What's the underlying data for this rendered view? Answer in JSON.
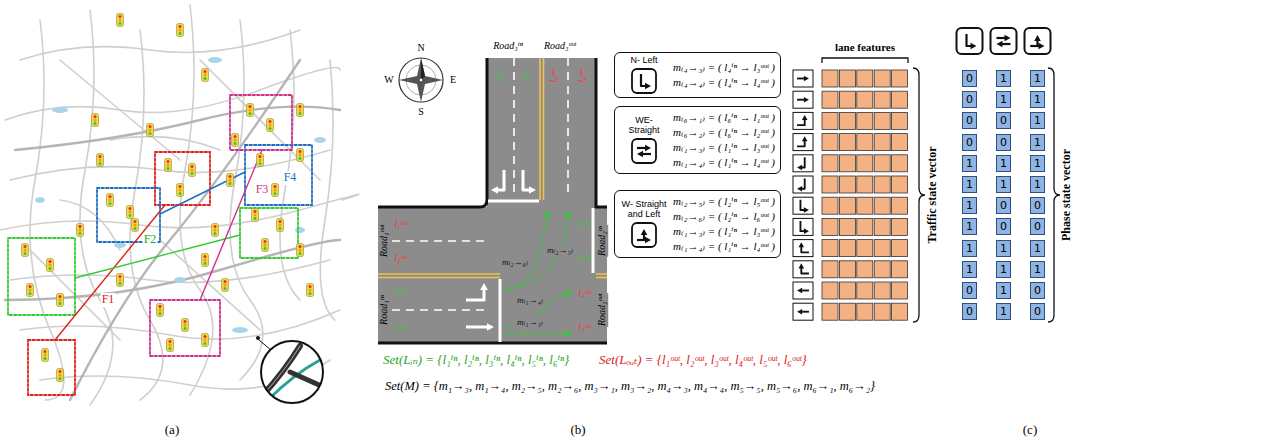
{
  "diagram": {
    "nodes": [
      {
        "text": [
          "N- Left",
          "m₍₄→₃₎ = ( l₄ⁱⁿ → l₃ᵒᵘᵗ )",
          "m₍₄→₄₎ = ( l₄ⁱⁿ → l₄ᵒᵘᵗ )"
        ]
      },
      {
        "text": [
          "WE- Straight",
          "m₍₆→₁₎ = ( l₆ⁱⁿ → l₁ᵒᵘᵗ )",
          "m₍₆→₂₎ = ( l₆ⁱⁿ → l₂ᵒᵘᵗ )",
          "m₍₁→₃₎ = ( l₁ⁱⁿ → l₃ᵒᵘᵗ )",
          "m₍₁→₄₎ = ( l₁ⁱⁿ → l₄ᵒᵘᵗ )"
        ]
      },
      {
        "text": [
          "W- Straight and Left",
          "m₍₂→₅₎ = ( l₂ⁱⁿ → l₅ᵒᵘᵗ )",
          "m₍₂→₆₎ = ( l₂ⁱⁿ → l₆ᵒᵘᵗ )",
          "m₍₁→₃₎ = ( l₁ⁱⁿ → l₃ᵒᵘᵗ )",
          "m₍₁→₄₎ = ( l₁ⁱⁿ → l₄ᵒᵘᵗ )"
        ]
      },
      {
        "text": [
          "0"
        ]
      },
      {
        "text": [
          "1"
        ]
      },
      {
        "text": [
          "1"
        ]
      },
      {
        "text": [
          "0"
        ]
      },
      {
        "text": [
          "1"
        ]
      },
      {
        "text": [
          "1"
        ]
      },
      {
        "text": [
          "0"
        ]
      },
      {
        "text": [
          "0"
        ]
      },
      {
        "text": [
          "1"
        ]
      },
      {
        "text": [
          "0"
        ]
      },
      {
        "text": [
          "0"
        ]
      },
      {
        "text": [
          "1"
        ]
      },
      {
        "text": [
          "1"
        ]
      },
      {
        "text": [
          "1"
        ]
      },
      {
        "text": [
          "1"
        ]
      },
      {
        "text": [
          "1"
        ]
      },
      {
        "text": [
          "1"
        ]
      },
      {
        "text": [
          "1"
        ]
      },
      {
        "text": [
          "1"
        ]
      },
      {
        "text": [
          "0"
        ]
      },
      {
        "text": [
          "0"
        ]
      },
      {
        "text": [
          "1"
        ]
      },
      {
        "text": [
          "0"
        ]
      },
      {
        "text": [
          "0"
        ]
      },
      {
        "text": [
          "1"
        ]
      },
      {
        "text": [
          "1"
        ]
      },
      {
        "text": [
          "1"
        ]
      },
      {
        "text": [
          "1"
        ]
      },
      {
        "text": [
          "1"
        ]
      },
      {
        "text": [
          "1"
        ]
      },
      {
        "text": [
          "0"
        ]
      },
      {
        "text": [
          "1"
        ]
      },
      {
        "text": [
          "0"
        ]
      },
      {
        "text": [
          "0"
        ]
      },
      {
        "text": [
          "1"
        ]
      },
      {
        "text": [
          "0"
        ]
      }
    ],
    "labels": [
      "F1",
      "F2",
      "F3",
      "F4",
      "(a)",
      "N",
      "W",
      "E",
      "S",
      "Road₃ⁱⁿ",
      "Road₃ᵒᵘᵗ",
      "Road₁ᵒᵘᵗ",
      "Road₁ⁱⁿ",
      "Road₂ⁱⁿ",
      "Road₂ᵒᵘᵗ",
      "l₁ᵒᵘᵗ",
      "l₂ᵒᵘᵗ",
      "l₂ⁱⁿ",
      "l₁ⁱⁿ",
      "l₅ⁱⁿ",
      "l₆ⁱⁿ",
      "l₄ᵒᵘᵗ",
      "l₃ᵒᵘᵗ",
      "l₄ⁱⁿ",
      "l₃ⁱⁿ",
      "l₅ᵒᵘᵗ",
      "l₆ᵒᵘᵗ",
      "m₍₂→₆₎",
      "m₍₂→₅₎",
      "m₍₁→₄₎",
      "m₍₁→₃₎",
      "Set(Lᵢₙ) = {l₁ⁱⁿ, l₂ⁱⁿ, l₃ⁱⁿ, l₄ⁱⁿ, l₅ⁱⁿ, l₆ⁱⁿ}",
      "Set(Lₒᵤₜ) = {l₁ᵒᵘᵗ, l₂ᵒᵘᵗ, l₃ᵒᵘᵗ, l₄ᵒᵘᵗ, l₅ᵒᵘᵗ, l₆ᵒᵘᵗ}",
      "Set(M) = {m₁→₃, m₁→₄, m₂→₅, m₂→₆, m₃→₁, m₃→₂, m₄→₃, m₄→₄, m₅→₅, m₅→₆, m₆→₁, m₆→₂}",
      "(b)",
      "lane features",
      "Traffic state vector",
      "Phase state vector",
      "(c)"
    ]
  }
}
